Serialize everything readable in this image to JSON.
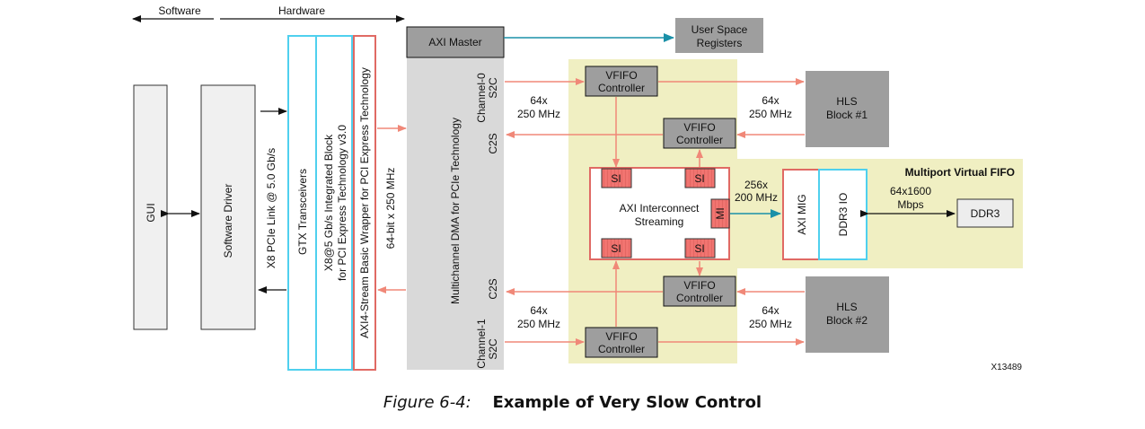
{
  "header": {
    "software": "Software",
    "hardware": "Hardware"
  },
  "blocks": {
    "gui": "GUI",
    "software_driver": "Software Driver",
    "pcie_link": "X8 PCIe Link @ 5.0 Gb/s",
    "gtx": "GTX Transceivers",
    "integrated_block_line1": "X8@5 Gb/s Integrated Block",
    "integrated_block_line2": "for PCI Express Technology v3.0",
    "axi4_wrapper": "AXI4-Stream Basic Wrapper for PCI Express Technology",
    "bus_width": "64-bit x 250 MHz",
    "dma": "Multichannel DMA for PCIe Technology",
    "axi_master": "AXI Master",
    "user_space_line1": "User Space",
    "user_space_line2": "Registers",
    "ch0_line1": "Channel-0",
    "ch0_s2c": "S2C",
    "ch0_c2s": "C2S",
    "ch1_line1": "Channel-1",
    "ch1_c2s": "C2S",
    "ch1_s2c": "S2C",
    "rate_64x": "64x",
    "rate_250": "250 MHz",
    "vfifo_line1": "VFIFO",
    "vfifo_line2": "Controller",
    "hls1_line1": "HLS",
    "hls1_line2": "Block #1",
    "hls2_line1": "HLS",
    "hls2_line2": "Block #2",
    "si": "SI",
    "mi": "MI",
    "interconnect_line1": "AXI Interconnect",
    "interconnect_line2": "Streaming",
    "rate_256x": "256x",
    "rate_200": "200 MHz",
    "multiport_title": "Multiport Virtual FIFO",
    "axi_mig": "AXI MIG",
    "ddr3_io": "DDR3 IO",
    "rate_64x1600": "64x1600",
    "mbps": "Mbps",
    "ddr3": "DDR3",
    "figure_id": "X13489"
  },
  "caption": {
    "prefix": "Figure 6-4:",
    "title": "Example of Very Slow Control"
  },
  "colors": {
    "gray_box": "#9e9e9e",
    "light_gray": "#d9d9d9",
    "yellow_region": "#f0efc2",
    "salmon_arrow": "#f08878",
    "teal_arrow": "#1a90a8",
    "cyan_border": "#4fd0ee",
    "red_border": "#e06a64",
    "si_fill": "#f17470"
  }
}
